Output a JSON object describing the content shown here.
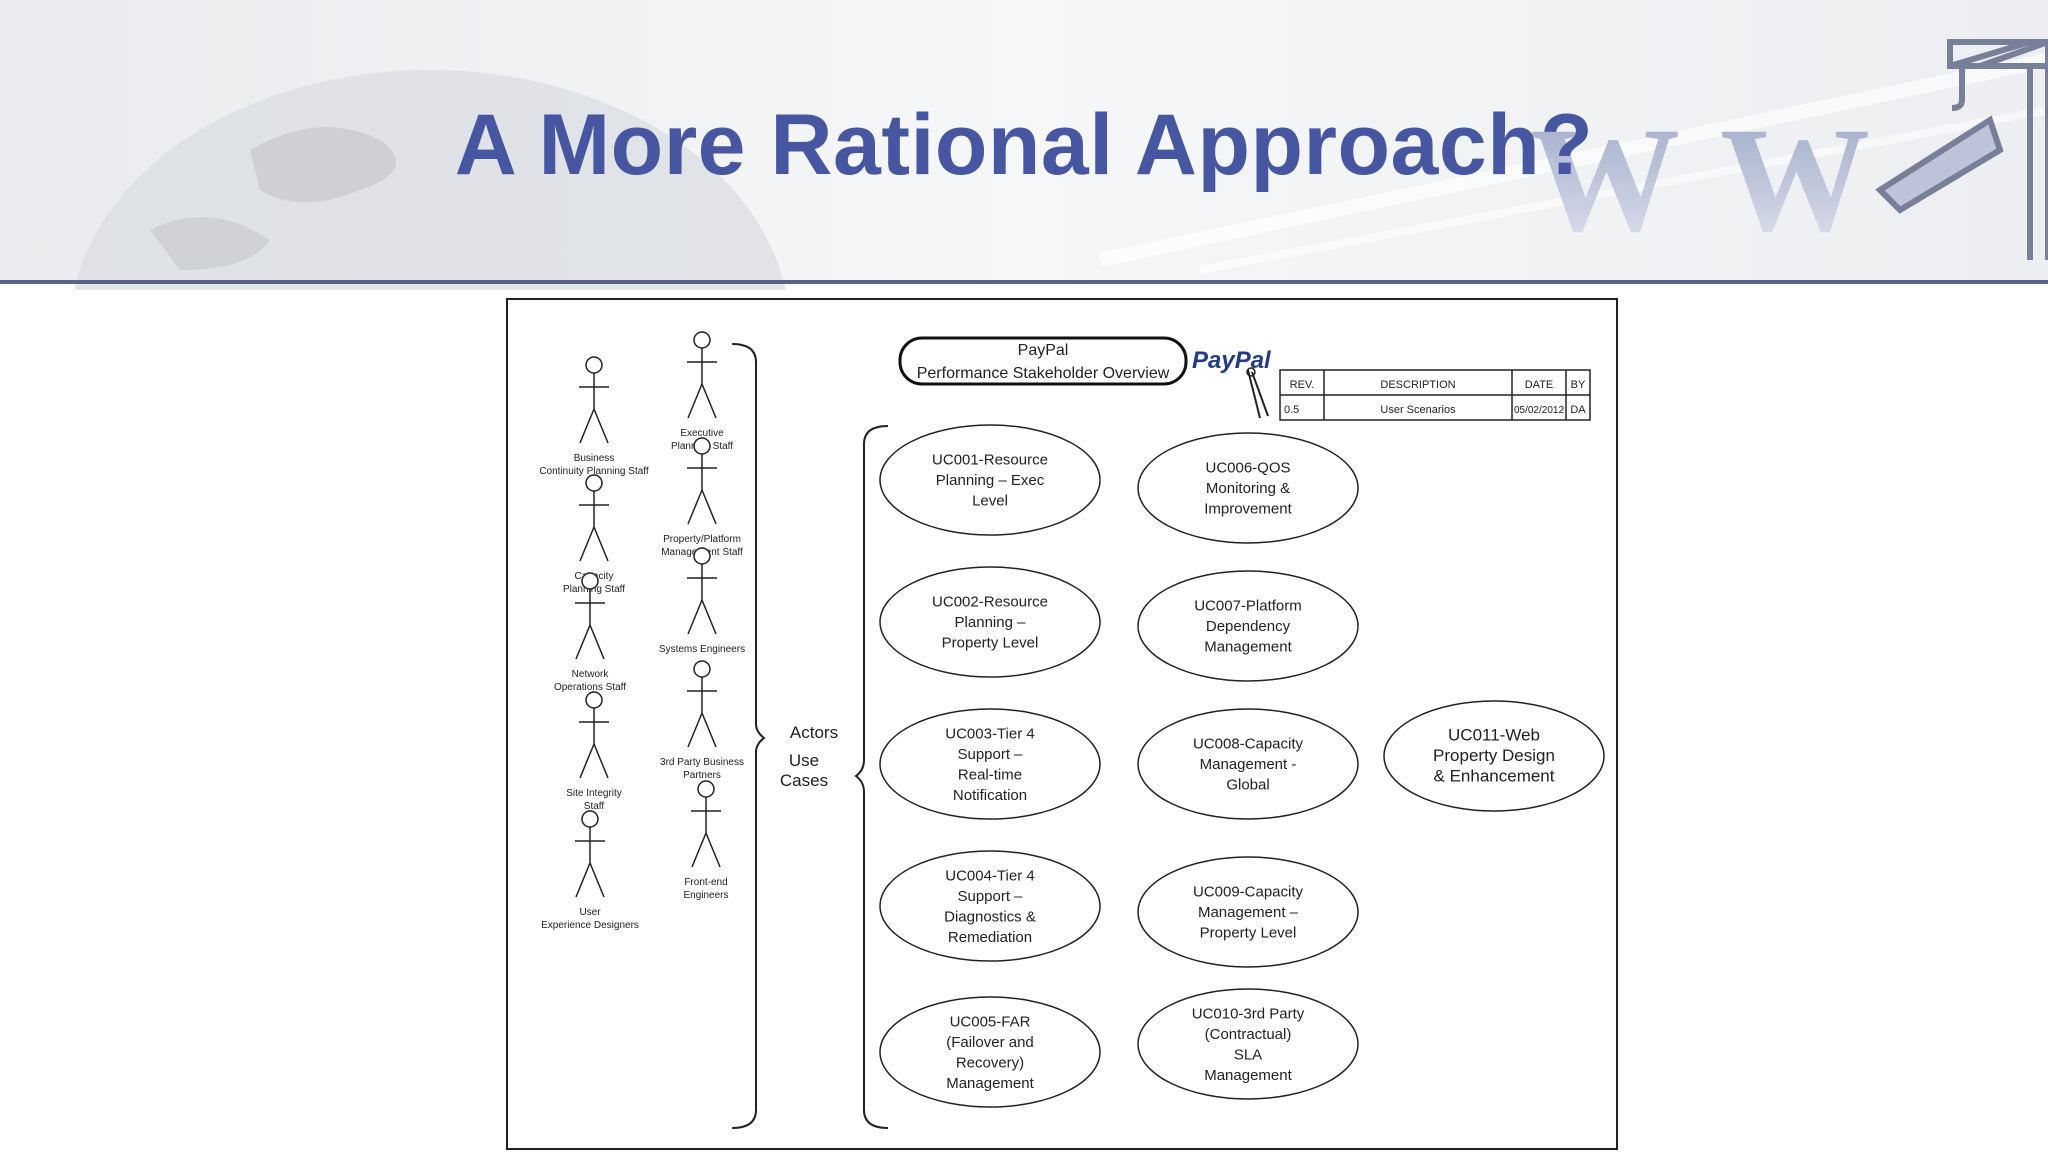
{
  "slide": {
    "title": "A More Rational Approach?"
  },
  "decoration": {
    "letters": "WW"
  },
  "diagram": {
    "header": [
      "PayPal",
      "Performance Stakeholder Overview"
    ],
    "logo": "PayPal",
    "revision_table": {
      "headers": [
        "REV.",
        "DESCRIPTION",
        "DATE",
        "BY"
      ],
      "row": [
        "0.5",
        "User Scenarios",
        "05/02/2012",
        "DA"
      ]
    },
    "actors_left": [
      [
        "Business",
        "Continuity Planning Staff"
      ],
      [
        "Capacity",
        "Planning Staff"
      ],
      [
        "Network",
        "Operations Staff"
      ],
      [
        "Site Integrity",
        "Staff"
      ],
      [
        "User",
        "Experience Designers"
      ]
    ],
    "actors_right": [
      [
        "Executive",
        "Planning Staff"
      ],
      [
        "Property/Platform",
        "Management Staff"
      ],
      [
        "Systems Engineers"
      ],
      [
        "3rd Party Business",
        "Partners"
      ],
      [
        "Front-end",
        "Engineers"
      ]
    ],
    "bracket_labels": {
      "actors": "Actors",
      "use": "Use",
      "cases": "Cases"
    },
    "use_cases": [
      [
        "UC001-Resource",
        "Planning – Exec",
        "Level"
      ],
      [
        "UC002-Resource",
        "Planning –",
        "Property Level"
      ],
      [
        "UC003-Tier 4",
        "Support –",
        "Real-time",
        "Notification"
      ],
      [
        "UC004-Tier 4",
        "Support –",
        "Diagnostics &",
        "Remediation"
      ],
      [
        "UC005-FAR",
        "(Failover and",
        "Recovery)",
        "Management"
      ],
      [
        "UC006-QOS",
        "Monitoring &",
        "Improvement"
      ],
      [
        "UC007-Platform",
        "Dependency",
        "Management"
      ],
      [
        "UC008-Capacity",
        "Management -",
        "Global"
      ],
      [
        "UC009-Capacity",
        "Management –",
        "Property Level"
      ],
      [
        "UC010-3rd Party",
        "(Contractual)",
        "SLA",
        "Management"
      ],
      [
        "UC011-Web",
        "Property Design",
        "& Enhancement"
      ]
    ]
  }
}
